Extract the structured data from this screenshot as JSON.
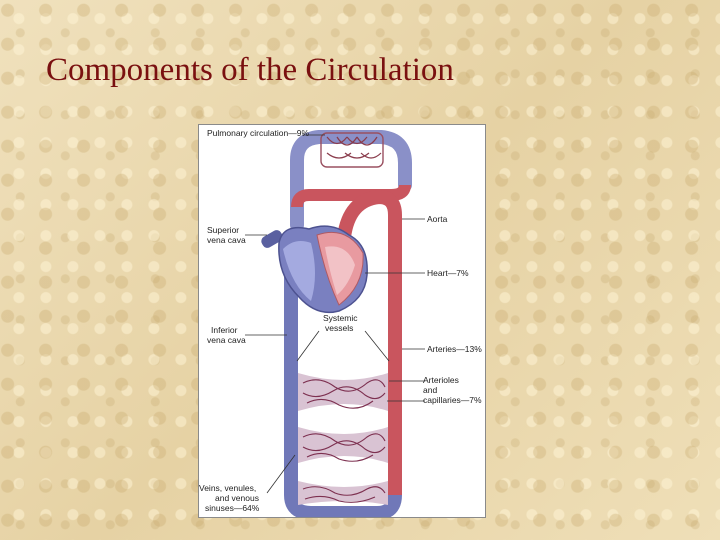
{
  "slide": {
    "title": "Components of the Circulation"
  },
  "diagram": {
    "labels": {
      "pulmonary": "Pulmonary circulation—9%",
      "superior_1": "Superior",
      "superior_2": "vena cava",
      "aorta": "Aorta",
      "heart": "Heart—7%",
      "inferior_1": "Inferior",
      "inferior_2": "vena cava",
      "systemic_1": "Systemic",
      "systemic_2": "vessels",
      "arteries": "Arteries—13%",
      "arterioles_1": "Arterioles",
      "arterioles_2": "and",
      "arterioles_3": "capillaries—7%",
      "veins_1": "Veins, venules,",
      "veins_2": "and venous",
      "veins_3": "sinuses—64%"
    },
    "colors": {
      "venous": "#7078b8",
      "arterial": "#c9555e",
      "heart_venous": "#9aa0d6",
      "heart_arterial": "#e89aa0"
    }
  }
}
